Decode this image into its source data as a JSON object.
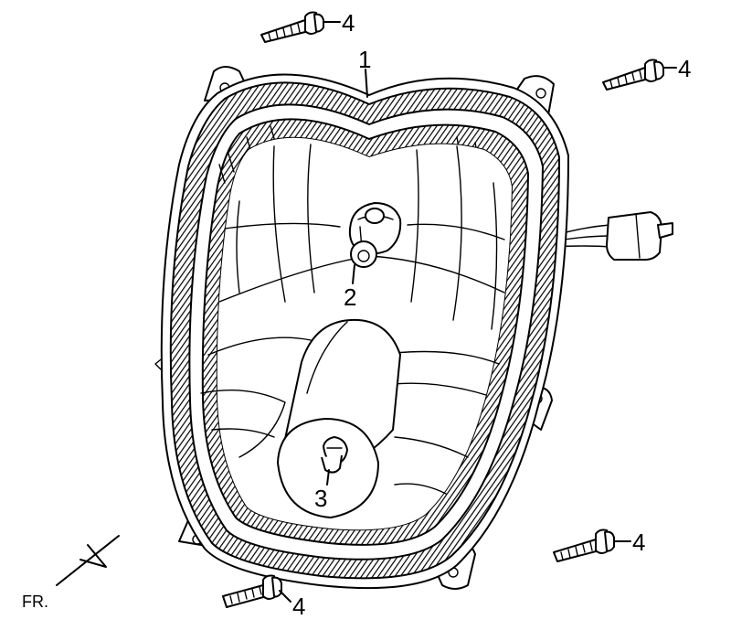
{
  "callouts": {
    "headlight_assembly": "1",
    "headlight_bulb": "2",
    "position_bulb": "3",
    "screw": "4"
  },
  "direction": "FR."
}
